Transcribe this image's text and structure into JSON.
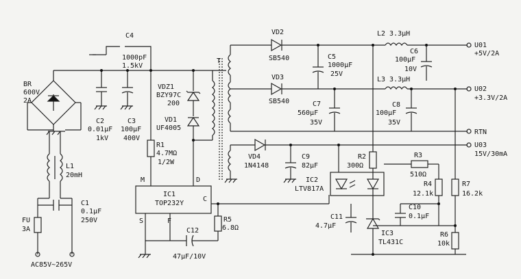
{
  "labels": {
    "c4": "C4",
    "c4_val": "1000pF",
    "c4_v": "1.5kV",
    "t": "T",
    "br": "BR",
    "br_v": "600V",
    "br_a": "2A",
    "c2": "C2",
    "c2_val": "0.01μF",
    "c2_v": "1kV",
    "c3": "C3",
    "c3_val": "100μF",
    "c3_v": "400V",
    "vdz1": "VDZ1",
    "vdz1_part": "BZY97C",
    "vdz1_v": "200",
    "vd1": "VD1",
    "vd1_part": "UF4005",
    "r1": "R1",
    "r1_val": "4.7MΩ",
    "r1_w": "1/2W",
    "l1": "L1",
    "l1_val": "20mH",
    "c1": "C1",
    "c1_val": "0.1μF",
    "c1_v": "250V",
    "fu": "FU",
    "fu_a": "3A",
    "ac_in": "AC85V~265V",
    "ic1_m": "M",
    "ic1_d": "D",
    "ic1": "IC1",
    "ic1_part": "TOP232Y",
    "ic1_c": "C",
    "ic1_s": "S",
    "ic1_f": "F",
    "r5": "R5",
    "r5_val": "6.8Ω",
    "c12": "C12",
    "c12_val": "47μF/10V",
    "vd2": "VD2",
    "vd2_part": "SB540",
    "c5": "C5",
    "c5_val": "1000μF",
    "c5_v": "25V",
    "vd3": "VD3",
    "vd3_part": "SB540",
    "c7": "C7",
    "c7_val": "560μF",
    "c7_v": "35V",
    "l2": "L2 3.3μH",
    "c6": "C6",
    "c6_val": "100μF",
    "c6_v": "10V",
    "u01": "U01",
    "u01_val": "+5V/2A",
    "l3": "L3 3.3μH",
    "c8": "C8",
    "c8_val": "100μF",
    "c8_v": "35V",
    "u02": "U02",
    "u02_val": "+3.3V/2A",
    "rtn": "RTN",
    "vd4": "VD4",
    "vd4_part": "1N4148",
    "c9": "C9",
    "c9_val": "82μF",
    "r2": "R2",
    "r2_val": "300Ω",
    "u03": "U03",
    "u03_val": "15V/30mA",
    "r3": "R3",
    "r3_val": "510Ω",
    "ic2": "IC2",
    "ic2_part": "LTV817A",
    "r4": "R4",
    "r4_val": "12.1k",
    "r7": "R7",
    "r7_val": "16.2k",
    "c11": "C11",
    "c11_val": "4.7μF",
    "c10": "C10",
    "c10_val": "0.1μF",
    "ic3": "IC3",
    "ic3_part": "TL431C",
    "r6": "R6",
    "r6_val": "10k"
  }
}
